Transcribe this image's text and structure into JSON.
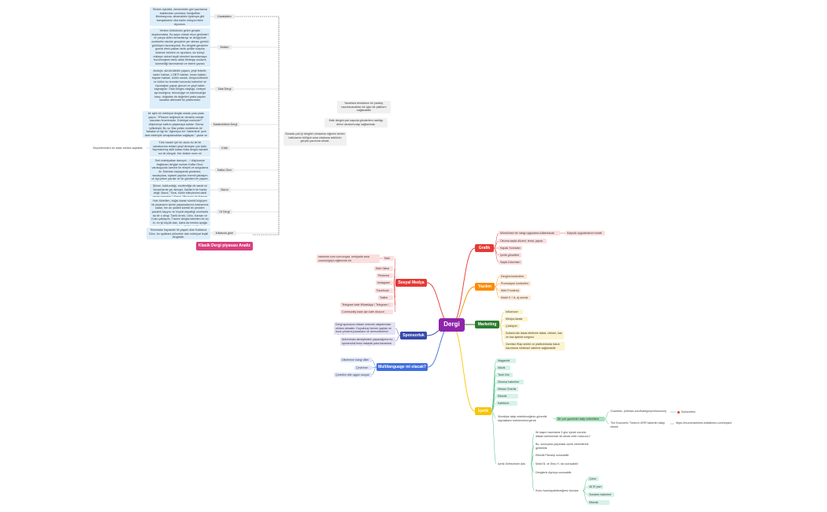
{
  "colors": {
    "center": "#8e24aa",
    "grafik": "#e53935",
    "yazilim": "#fb8c00",
    "marketing": "#2e7d32",
    "icerik": "#f9c400",
    "sosyal": "#e53935",
    "sponsorluk": "#3949ab",
    "multilanguage": "#3f6fe0",
    "analiz_title": "#d8407f",
    "analiz_lines": "#3b3b3b"
  },
  "root": {
    "label": "Dergi"
  },
  "title": {
    "label": "Klasik Dergi piyasası Analiz"
  },
  "grafik": {
    "label": "Grafik",
    "items": [
      "Mümkünse bir hangi uygulama kullanılacak",
      "Okuma sayfa düzeni, tema, yapısı",
      "Kapak Sonraları",
      "İçerik görselleri",
      "Sayfa Düzenleri"
    ],
    "sub": "Kaynak uygulamanın model"
  },
  "yazilim": {
    "label": "Yazılım",
    "items": [
      "Dergimi kontrolleri",
      "Promosyon kontrolleri",
      "Web Frontend",
      "Mobil X + A, aj servisi"
    ]
  },
  "marketing": {
    "label": "Marketing",
    "items": [
      "Influencer",
      "Medya-ilanlar",
      "Çekiliş/er",
      "Kullanıcılar takas etkileme takas, reklam, kaz ve kaz ajanlar sorgusu",
      "Ücretsiz Etap sektör ve platformlarda basılı hazırlama mekinsel sisteme sağlanabilir."
    ]
  },
  "icerik": {
    "label": "İçerik",
    "items": [
      "Magazinli",
      "Müzik",
      "Tarih Gör",
      "Sinema haberleri",
      "Mekan Önerisi",
      "Etkinlik Şahvim",
      "Kafeterin Esler"
    ],
    "sub1": "Sürekliye takip edebileceğimiz güvenilir kaynakların belirlenmesi gerek",
    "sub1_child": "Bir çok gazeteler takip edilebilinir.",
    "sub1_leaves": [
      "Guardian, (infotrax.com/kategory/newsroom)",
      "The Economic Times in £RR haberleri takip etmek"
    ],
    "sub1_leaf_notes": [
      "Subscribes",
      "https://economictimes.indiatimes.com/topic/n"
    ],
    "sub2": "İçerik Üretecekler Ads",
    "sub2_items": [
      "İlk başını hazırlama 3 gün içinde zorunlu dikkat üzerlerimde ilk dönek eder mavrunu?",
      "Bu, sonuçlara yapılması içerik üretimlerine getirebilir.",
      "Etkinlik Fiksarip sorusabilir",
      "Mobil B. ve Etnu H. ido sorusabilir",
      "Dergilerin Ayrıkça sorusabilir"
    ],
    "sub3": "Konu hazırlayabileceğimiz konular",
    "sub3_items": [
      "Çizim",
      "Ali El yazı",
      "Sonsten haberleri",
      "Etkinlik Şahvini"
    ]
  },
  "sosyal": {
    "label": "Sosyal Medya",
    "note": "nameme.com com soyaa. medyada ama zorunlu/göçü eğlenmeli bir.",
    "items": [
      "Mail",
      "Web Sitesi",
      "Pinterest",
      "Instagram",
      "Facebook",
      "Twitter",
      "Telegram kafe WhatsApp / Telegram /",
      "Community kaan için kafe discord"
    ]
  },
  "sponsorluk": {
    "label": "Sponsorluk",
    "items": [
      "Dergi sponsora reklam verecek olaylarından reklam almaktır. Duyulmuş hemen yaptan ve önce yöntemi pazarlanır ve derecedelerini edinelim.",
      "Antrenman deneyimden yapacağımız bu sponsorluk bunu satarak para kazanma yöntemlerine alternatifi"
    ]
  },
  "multilanguage": {
    "label": "Multilanguage mi olacak?",
    "items": [
      "Ülkelerine hangi diller",
      "Çevirmen",
      "Çevirilen dile uygun sosyal medya"
    ]
  },
  "notes": [
    "Yazarlara temalarını bir yaratıp, hazırlanacakları bir ajan bir platform sağlanabilir",
    "Kafe dergisi çok kapsıla gönderlem rasthigı direci okudum;nayı sağlanmak.",
    "Burada çok iyi dergiler olmadına rağmen benim katkılarımı bölüşür ama ortalama sektörün gerçek yazınına olmalı."
  ],
  "analiz": [
    {
      "label": "Karakalem",
      "desc": "Sinden öykülek, denemeden geri yazılarına bakalından çoeulara; fotoğrafları illüstrasyona, sinamalden tiyatroya gibi kamşaklarıtır ulta kaldır olduyun ekim diyormm."
    },
    {
      "label": "Motion",
      "desc": "Yenilen kültürünün geleri gençler duydurmakta. Bu sayın olarak ekon girdünleri ve yarıya dirien temanlarayı ve dergiyinde ondeketin sisvide gençlerin yer alması gerekli görülüyen tanımlıyorlar. Bu dergide gençlerin gonral elekt yakları farklı şelikle ulaşma sisteme ürünleri ve oyunlara, siz küreyi reklaynı sekret teşkil etmeleri tanımlamaya bozulmuşken farklı adlar filmleşip sunların küreselliği tanımlamalı ve ekerin yazası"
    },
    {
      "label": "Sala Dergi",
      "desc": "ekolojis, sürdürülebilir yaşam, yeşil felsefe, kadın hakları, LGBTİ hakları, insan hakları, hayvan hakları, kültür sanatı, dünya kültürleri ve bütün bu temeleri konunda haberleri ve röportajları yapan güncel ve yeşil haber kaynağıdır.\n\nSala Dergisi olaylığa, cinsiyet ayrımcılığına, teknolojiye ve bakımsızlığa karşı, doğadan da değerleri yasla yaşam sanatlar alternatif bir platformdur."
    },
    {
      "label": "Karakmidrize Dergi",
      "desc": "bir aylık bir edebiyat dergisi olarak yola çıkan yayını; \"iFtiasen değirsek bir olmakla vamak kavudan fenerimizde. Edebiyat mutluluk?\" düşünceye katkını yaşamaya katılar. Olursa iyilikdüşlü; Bu vs 'Mar yetkin reddetmek ile' 'tabakta ve ilgi bir' 'öğreniyor bir' 'haberlerle' yeni dam ekleriyile cevaplamaktan sağlayan.\" yazar ve şarkıra da her yer vermesiyle dikkat çekiyor."
    },
    {
      "label": "Kafa",
      "desc": "Türk mizahi için bir okulu bu ile bir sanatsızma reklam yeşil deneyim çok kafa. Yayımlanmış aktif kafası Kafa dergisi sahabii sor ile dünyali. Her beklen mem mi",
      "note": "Seçimlerinden bir artan reklam sayfaları"
    },
    {
      "label": "Kafka Okur",
      "desc": "Sert edebiyattan danışmi... / düşünceye bağlanan dergiye sonları Kafka Okur; varoluşçuluk üzerine bir eleştiri ve sorgulama ile. Batı'dan başlayarak yazarlara, sanatçılara, siyaset yapılan önemli yaklaşım ve ilgi çeken yazılar ve bir gündem ile yaşam. Kafa dergisi'nin kardeşi sanal ve edebiyat dergisi."
    },
    {
      "label": "Bavul",
      "desc": "Şiirme, hakkındağı, modernliğe de sanat ve benzerlerde yer almıştır. İlahiler'e bir harita değil. Bavul, \"Gezi, kültür bilinçlenimi dahil yerde nesneler.\" Sanal, \"Bir konu ile Karsan sonunda sesi.\""
    },
    {
      "label": "Ot Dergi",
      "desc": "Hızlı tüketilen, doğal olarak sürekli büyüyen bir piyasanın içinde yaşamalarının kavramına kadar, her an şiddeti sürekli bir yeniden yazarlık taşıyıcı ve hoyrat dayattığı onurlarda da bir o dergi. Tarihi örnek, Ürün, Karsan ve Koku yaklaşım, Tranen dergisi istenilen bir an ki, en iyi küçük olan, daha da herkes ayağa dergi tasarımı yazılırken Ot Dergi, Bavul ve Gurunda O."
    },
    {
      "label": "Kafasına göre",
      "desc": "Sinemalar hayvanlık ile yaşam alan Kafasına Göre, bu ayaklara yüksekte olan edebiyat teşkil dergisidir."
    }
  ]
}
